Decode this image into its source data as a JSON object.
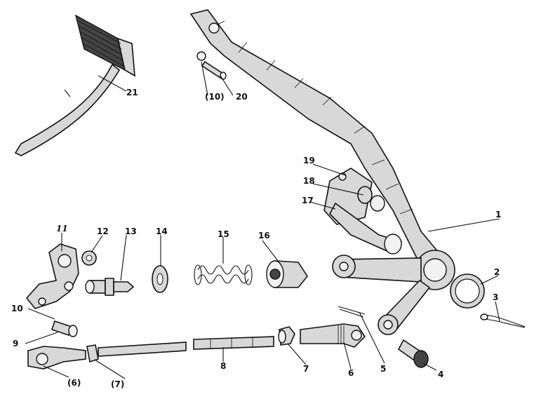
{
  "callouts": [
    {
      "id": "c1",
      "text": "1"
    },
    {
      "id": "c2",
      "text": "2"
    },
    {
      "id": "c3",
      "text": "3"
    },
    {
      "id": "c4",
      "text": "4"
    },
    {
      "id": "c5",
      "text": "5"
    },
    {
      "id": "c6",
      "text": "6"
    },
    {
      "id": "c7",
      "text": "7"
    },
    {
      "id": "c8",
      "text": "8"
    },
    {
      "id": "c9",
      "text": "9"
    },
    {
      "id": "c10",
      "text": "10"
    },
    {
      "id": "c11",
      "text": "11"
    },
    {
      "id": "c12",
      "text": "12"
    },
    {
      "id": "c13",
      "text": "13"
    },
    {
      "id": "c14",
      "text": "14"
    },
    {
      "id": "c15",
      "text": "15"
    },
    {
      "id": "c16",
      "text": "16"
    },
    {
      "id": "c17",
      "text": "17"
    },
    {
      "id": "c18",
      "text": "18"
    },
    {
      "id": "c19",
      "text": "19"
    },
    {
      "id": "c20",
      "text": "20"
    },
    {
      "id": "c21",
      "text": "21"
    },
    {
      "id": "c10b",
      "text": "(10)"
    },
    {
      "id": "c6b",
      "text": "(6)"
    },
    {
      "id": "c7b",
      "text": "(7)"
    }
  ]
}
